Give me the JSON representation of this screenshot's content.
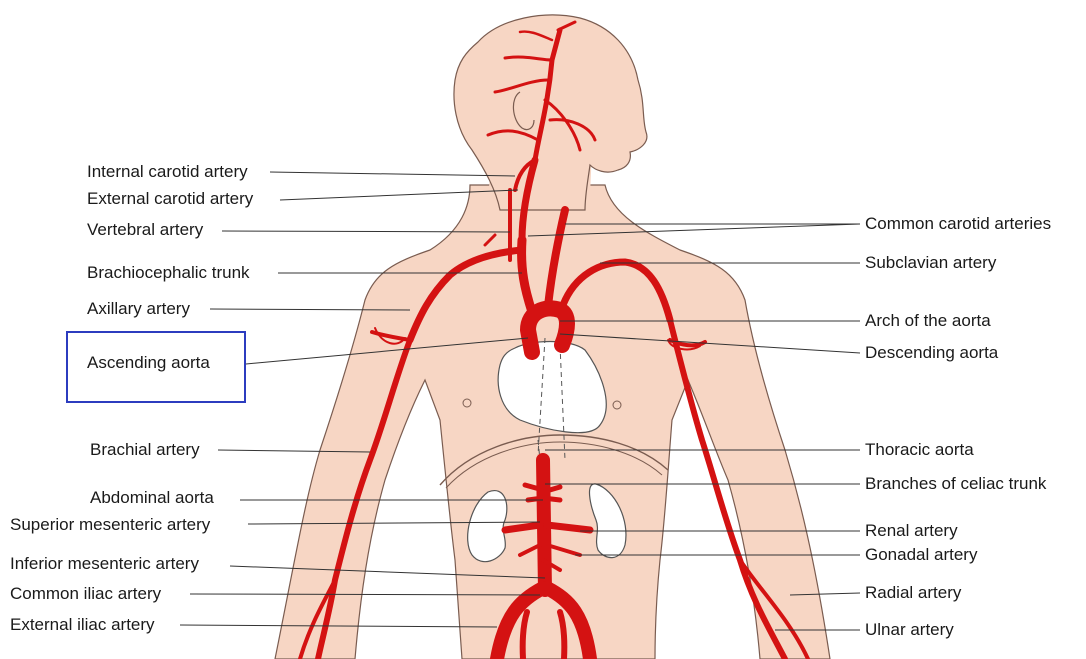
{
  "diagram": {
    "highlighted_label": "Ascending aorta",
    "colors": {
      "skin": "#f7d6c4",
      "skin_outline": "#7a5c50",
      "artery": "#d41212",
      "organ_fill": "#ffffff",
      "leader_line": "#333333",
      "highlight_box": "#2c3cbf"
    },
    "labels_left": {
      "internal_carotid": "Internal carotid artery",
      "external_carotid": "External carotid artery",
      "vertebral": "Vertebral artery",
      "brachiocephalic": "Brachiocephalic trunk",
      "axillary": "Axillary artery",
      "ascending_aorta": "Ascending aorta",
      "brachial": "Brachial artery",
      "abdominal_aorta": "Abdominal aorta",
      "superior_mesenteric": "Superior mesenteric artery",
      "inferior_mesenteric": "Inferior mesenteric artery",
      "common_iliac": "Common iliac artery",
      "external_iliac": "External iliac artery"
    },
    "labels_right": {
      "common_carotid": "Common carotid arteries",
      "subclavian": "Subclavian artery",
      "arch": "Arch of the aorta",
      "descending": "Descending aorta",
      "thoracic": "Thoracic aorta",
      "celiac": "Branches of celiac trunk",
      "renal": "Renal artery",
      "gonadal": "Gonadal artery",
      "radial": "Radial artery",
      "ulnar": "Ulnar artery"
    }
  }
}
